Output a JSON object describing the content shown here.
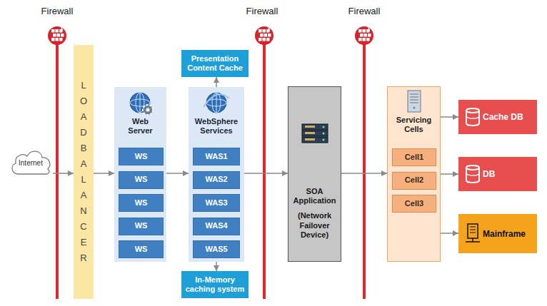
{
  "diagram": {
    "nodes": [
      {
        "text": [
          "Internet"
        ]
      },
      {
        "text": [
          "LOAD BALANCER"
        ]
      },
      {
        "text": [
          "Web Server"
        ]
      },
      {
        "text": [
          "WS"
        ],
        "in": 2
      },
      {
        "text": [
          "WS"
        ],
        "in": 2
      },
      {
        "text": [
          "WS"
        ],
        "in": 2
      },
      {
        "text": [
          "WS"
        ],
        "in": 2
      },
      {
        "text": [
          "WS"
        ],
        "in": 2
      },
      {
        "text": [
          "Presentation Content Cache"
        ]
      },
      {
        "text": [
          "WebSphere Services"
        ]
      },
      {
        "text": [
          "WAS1"
        ],
        "in": 9
      },
      {
        "text": [
          "WAS2"
        ],
        "in": 9
      },
      {
        "text": [
          "WAS3"
        ],
        "in": 9
      },
      {
        "text": [
          "WAS4"
        ],
        "in": 9
      },
      {
        "text": [
          "WAS5"
        ],
        "in": 9
      },
      {
        "text": [
          "In-Memory caching system"
        ]
      },
      {
        "text": [
          "SOA Application",
          "(Network Failover Device)"
        ]
      },
      {
        "text": [
          "Servicing Cells"
        ]
      },
      {
        "text": [
          "Cell1"
        ],
        "in": 17
      },
      {
        "text": [
          "Cell2"
        ],
        "in": 17
      },
      {
        "text": [
          "Cell3"
        ],
        "in": 17
      },
      {
        "text": [
          "Cache DB"
        ]
      },
      {
        "text": [
          "DB"
        ]
      },
      {
        "text": [
          "Mainframe"
        ]
      }
    ],
    "edges": [
      {
        "from": 0,
        "to": 1,
        "arrow": "to"
      },
      {
        "from": 1,
        "to": 2,
        "arrow": "to"
      },
      {
        "from": 2,
        "to": 9,
        "arrow": "to"
      },
      {
        "from": 9,
        "to": 8,
        "arrow": "to"
      },
      {
        "from": 9,
        "to": 15,
        "arrow": "to"
      },
      {
        "from": 9,
        "to": 16,
        "arrow": "to"
      },
      {
        "from": 16,
        "to": 17,
        "arrow": "to"
      },
      {
        "from": 17,
        "to": 21,
        "arrow": "to"
      },
      {
        "from": 17,
        "to": 22,
        "arrow": "to"
      },
      {
        "from": 17,
        "to": 23,
        "arrow": "to"
      }
    ],
    "labels": [
      "Firewall",
      "Firewall",
      "Firewall"
    ]
  }
}
